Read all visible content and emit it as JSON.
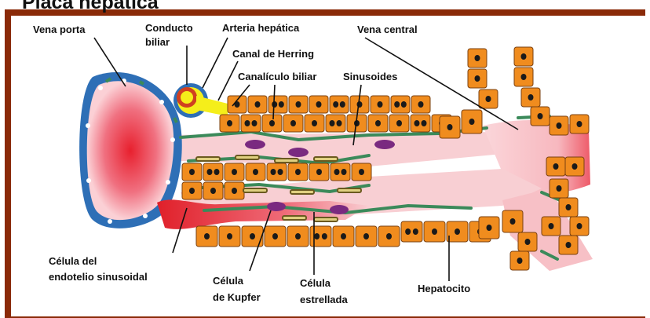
{
  "title": "Placa hepática",
  "labels": {
    "vena_porta": "Vena porta",
    "conducto_biliar_1": "Conducto",
    "conducto_biliar_2": "biliar",
    "arteria_hepatica": "Arteria hepática",
    "canal_herring": "Canal de Herring",
    "canaliculo_biliar": "Canalículo biliar",
    "sinusoides": "Sinusoides",
    "vena_central": "Vena central",
    "celula_endotelio_1": "Célula del",
    "celula_endotelio_2": "endotelio sinusoidal",
    "celula_kupfer_1": "Célula",
    "celula_kupfer_2": "de Kupfer",
    "celula_estrellada_1": "Célula",
    "celula_estrellada_2": "estrellada",
    "hepatocito": "Hepatocito"
  },
  "colors": {
    "frame": "#8a2a08",
    "hepatocyte": "#f08c1e",
    "nucleus": "#1a1a1a",
    "blood": "#e8323c",
    "sinusoid": "#f6c6ca",
    "endothelium": "#3b8a5a",
    "vessel_wall": "#2e6fb6",
    "bile": "#f0e020",
    "kupffer": "#7a2a80"
  }
}
